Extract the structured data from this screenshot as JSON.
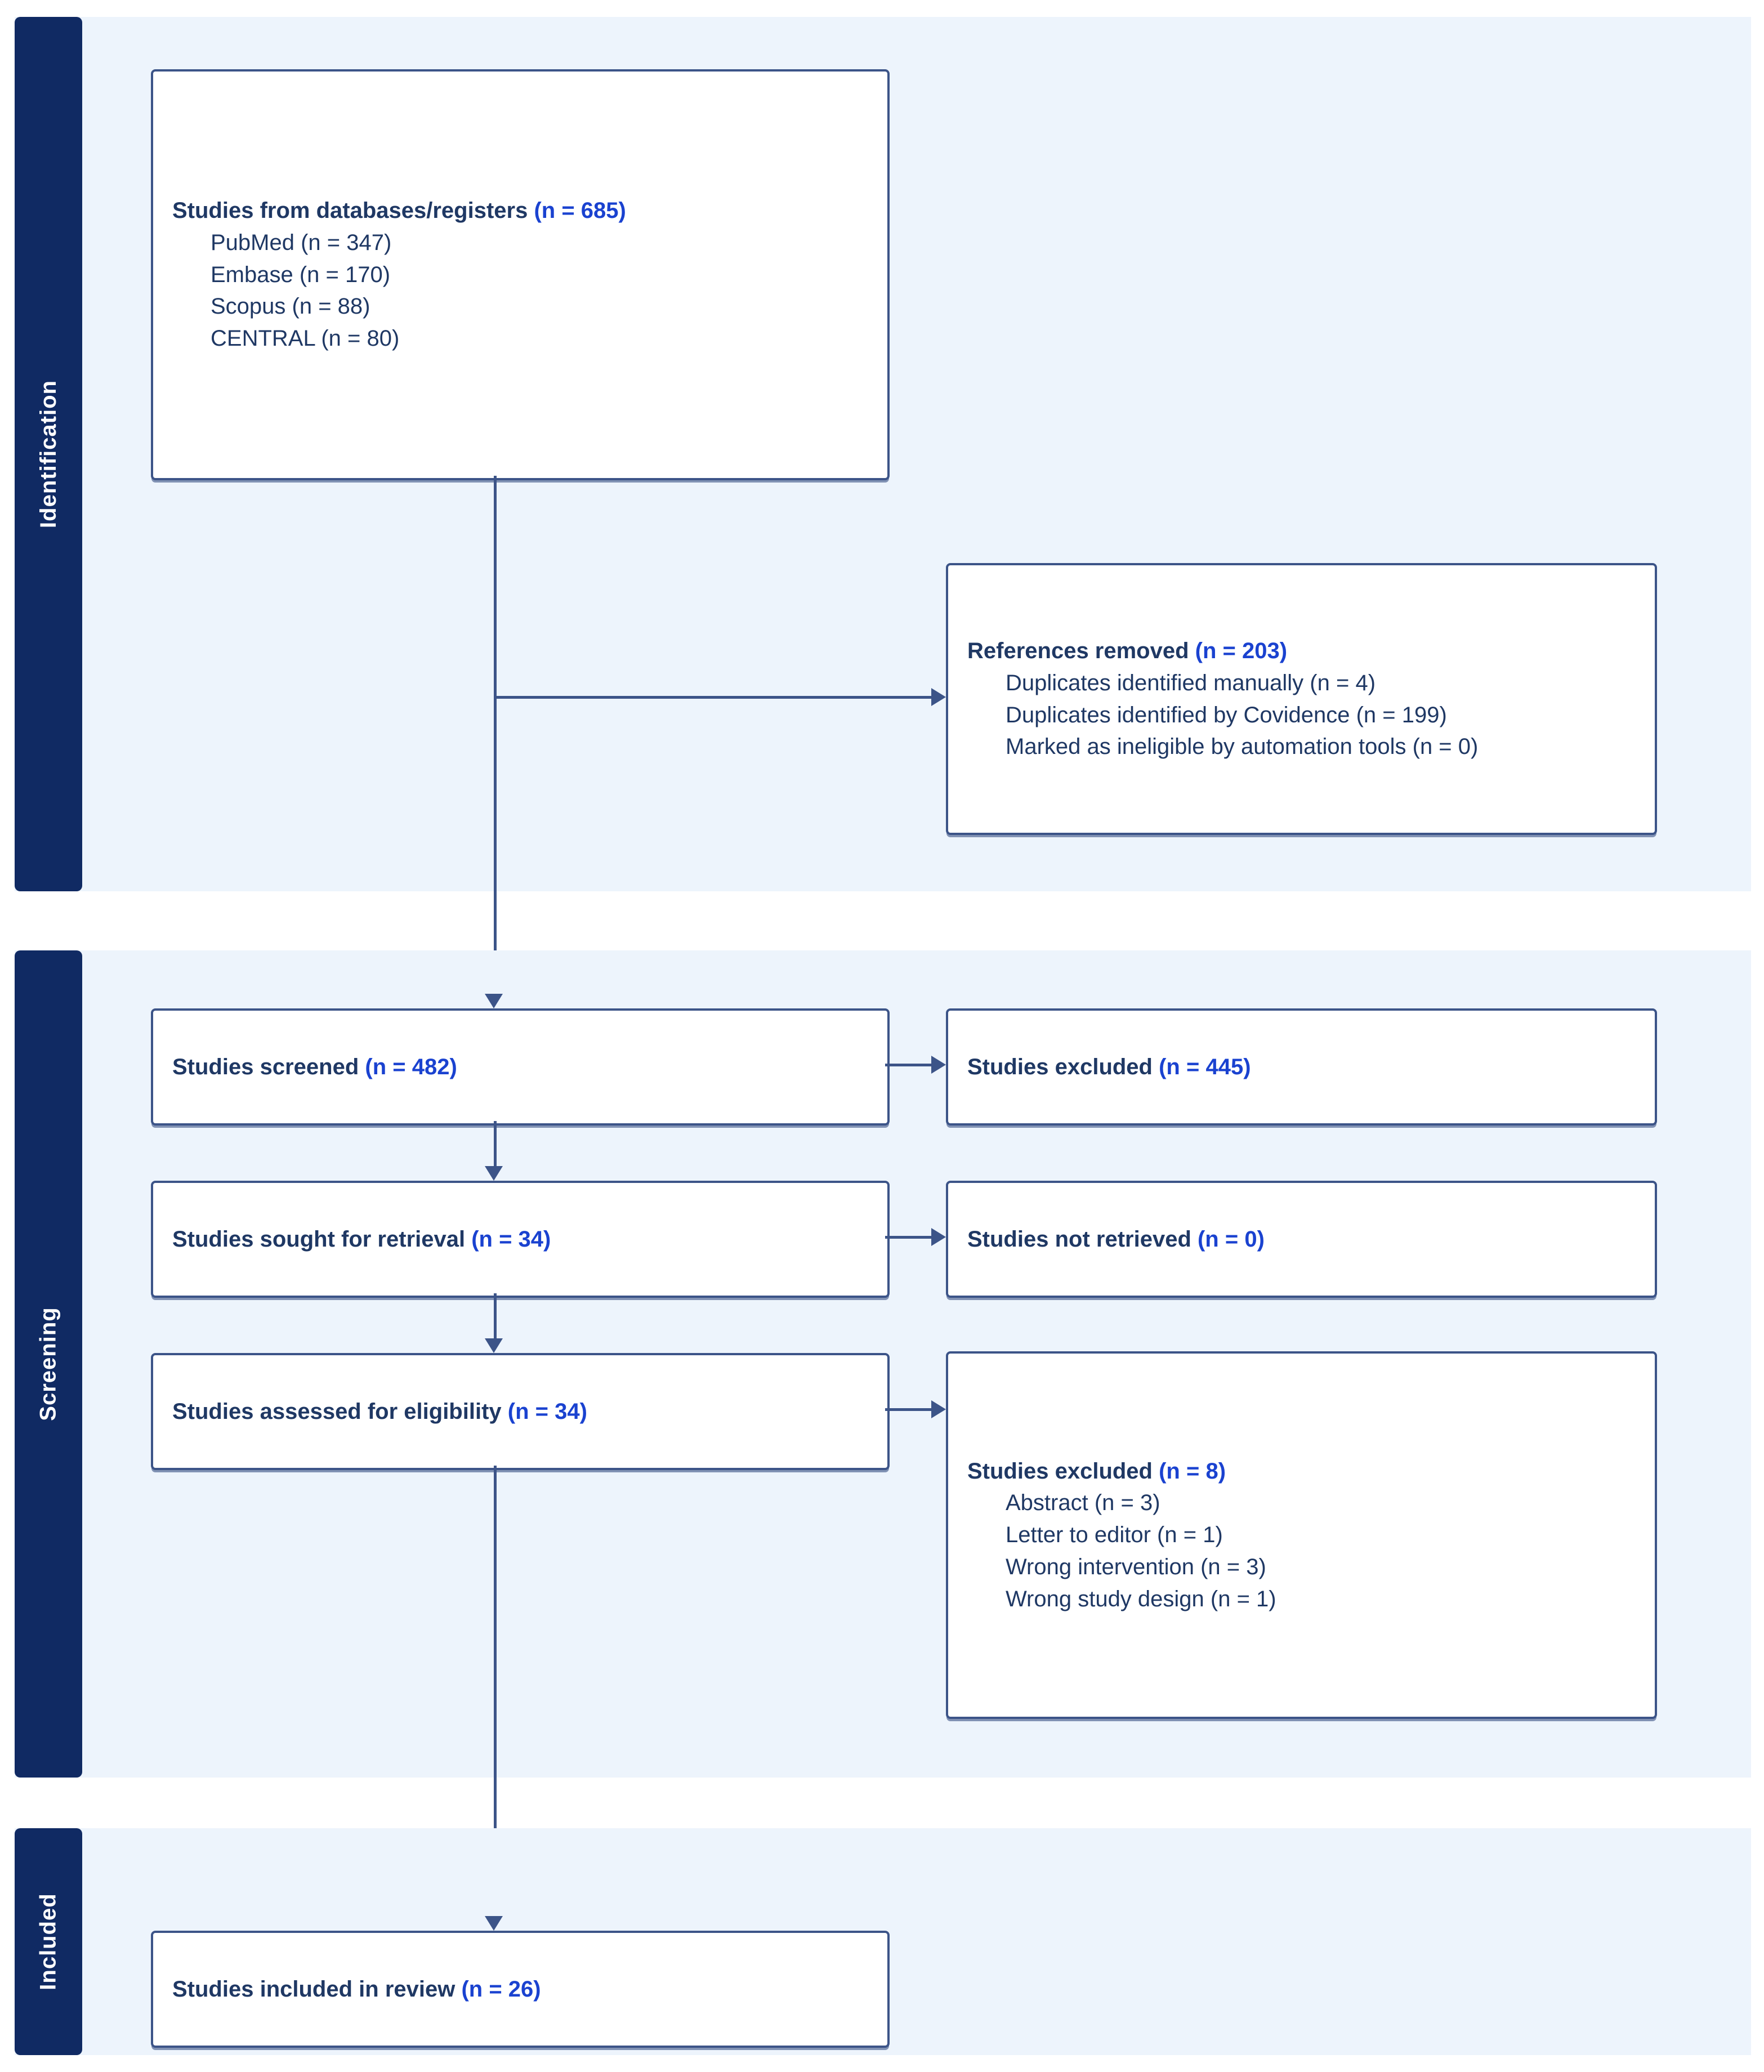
{
  "diagram": {
    "title": "PRISMA 2020 flow diagram",
    "accent_navy": "#102A63",
    "accent_border": "#3C5488",
    "band_bg": "#EDF4FC",
    "text_navy": "#1F3864",
    "count_blue": "#1A42D0"
  },
  "stages": {
    "identification": "Identification",
    "screening": "Screening",
    "included": "Included"
  },
  "boxes": {
    "sources": {
      "head_text": "Studies from databases/registers ",
      "head_count": "(n = 685)",
      "sublines": [
        "PubMed (n = 347)",
        "Embase (n = 170)",
        "Scopus (n = 88)",
        "CENTRAL (n = 80)"
      ]
    },
    "removed": {
      "head_text": "References removed ",
      "head_count": "(n = 203)",
      "sublines": [
        "Duplicates identified manually (n = 4)",
        "Duplicates identified by Covidence (n = 199)",
        "Marked as ineligible by automation tools (n = 0)"
      ]
    },
    "screened": {
      "head_text": "Studies screened ",
      "head_count": "(n = 482)"
    },
    "screened_excluded": {
      "head_text": "Studies excluded ",
      "head_count": "(n = 445)"
    },
    "sought": {
      "head_text": "Studies sought for retrieval ",
      "head_count": "(n = 34)"
    },
    "not_retrieved": {
      "head_text": "Studies not retrieved ",
      "head_count": "(n = 0)"
    },
    "assessed": {
      "head_text": "Studies assessed for eligibility ",
      "head_count": "(n = 34)"
    },
    "eligibility_excluded": {
      "head_text": "Studies excluded ",
      "head_count": "(n = 8)",
      "sublines": [
        "Abstract (n = 3)",
        "Letter to editor (n = 1)",
        "Wrong intervention (n = 3)",
        "Wrong study design (n = 1)"
      ]
    },
    "included": {
      "head_text": "Studies included in review ",
      "head_count": "(n = 26)"
    }
  },
  "chart_data": {
    "type": "flow",
    "title": "PRISMA 2020 flow diagram",
    "nodes": [
      {
        "id": "sources",
        "stage": "Identification",
        "label": "Studies from databases/registers",
        "n": 685,
        "breakdown": [
          {
            "label": "PubMed",
            "n": 347
          },
          {
            "label": "Embase",
            "n": 170
          },
          {
            "label": "Scopus",
            "n": 88
          },
          {
            "label": "CENTRAL",
            "n": 80
          }
        ]
      },
      {
        "id": "removed",
        "stage": "Identification",
        "label": "References removed",
        "n": 203,
        "breakdown": [
          {
            "label": "Duplicates identified manually",
            "n": 4
          },
          {
            "label": "Duplicates identified by Covidence",
            "n": 199
          },
          {
            "label": "Marked as ineligible by automation tools",
            "n": 0
          }
        ]
      },
      {
        "id": "screened",
        "stage": "Screening",
        "label": "Studies screened",
        "n": 482
      },
      {
        "id": "screened_excluded",
        "stage": "Screening",
        "label": "Studies excluded",
        "n": 445
      },
      {
        "id": "sought",
        "stage": "Screening",
        "label": "Studies sought for retrieval",
        "n": 34
      },
      {
        "id": "not_retrieved",
        "stage": "Screening",
        "label": "Studies not retrieved",
        "n": 0
      },
      {
        "id": "assessed",
        "stage": "Screening",
        "label": "Studies assessed for eligibility",
        "n": 34
      },
      {
        "id": "eligibility_excluded",
        "stage": "Screening",
        "label": "Studies excluded",
        "n": 8,
        "breakdown": [
          {
            "label": "Abstract",
            "n": 3
          },
          {
            "label": "Letter to editor",
            "n": 1
          },
          {
            "label": "Wrong intervention",
            "n": 3
          },
          {
            "label": "Wrong study design",
            "n": 1
          }
        ]
      },
      {
        "id": "included",
        "stage": "Included",
        "label": "Studies included in review",
        "n": 26
      }
    ],
    "edges": [
      {
        "from": "sources",
        "to": "removed",
        "type": "exclusion"
      },
      {
        "from": "sources",
        "to": "screened",
        "type": "flow"
      },
      {
        "from": "screened",
        "to": "screened_excluded",
        "type": "exclusion"
      },
      {
        "from": "screened",
        "to": "sought",
        "type": "flow"
      },
      {
        "from": "sought",
        "to": "not_retrieved",
        "type": "exclusion"
      },
      {
        "from": "sought",
        "to": "assessed",
        "type": "flow"
      },
      {
        "from": "assessed",
        "to": "eligibility_excluded",
        "type": "exclusion"
      },
      {
        "from": "assessed",
        "to": "included",
        "type": "flow"
      }
    ]
  }
}
